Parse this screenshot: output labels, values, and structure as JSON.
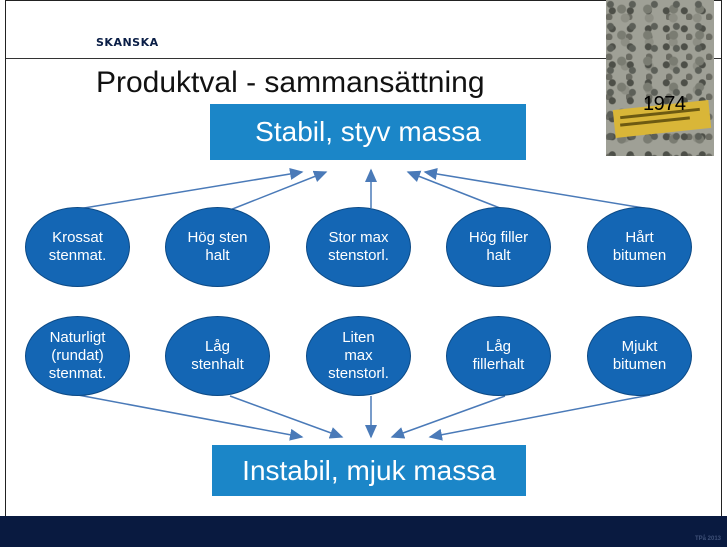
{
  "slide": {
    "logo": "SKANSKA",
    "title": "Produktval - sammansättning",
    "image_year": "1974",
    "top_box": "Stabil, styv massa",
    "bottom_box": "Instabil, mjuk massa",
    "top_row": [
      "Krossat\nstenmat.",
      "Hög sten\nhalt",
      "Stor max\nstenstorl.",
      "Hög filler\nhalt",
      "Hårt\nbitumen"
    ],
    "bottom_row": [
      "Naturligt\n(rundat)\nstenmat.",
      "Låg\nstenhalt",
      "Liten\nmax\nstenstorl.",
      "Låg\nfillerhalt",
      "Mjukt\nbitumen"
    ],
    "footer": "TPå 2013"
  },
  "colors": {
    "box_fill": "#1b86c8",
    "oval_fill": "#1466b4",
    "arrow": "#4a7ab8",
    "footer_bg": "#091a40"
  }
}
